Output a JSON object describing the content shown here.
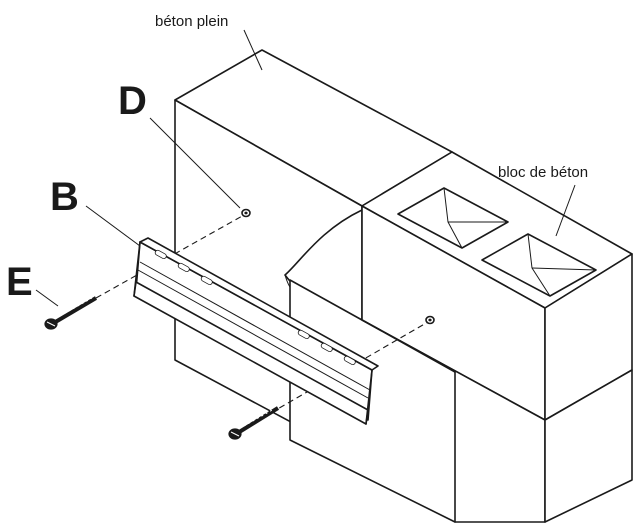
{
  "labels": {
    "solid_concrete": "béton plein",
    "concrete_block": "bloc de béton",
    "callout_d": "D",
    "callout_b": "B",
    "callout_e": "E"
  }
}
